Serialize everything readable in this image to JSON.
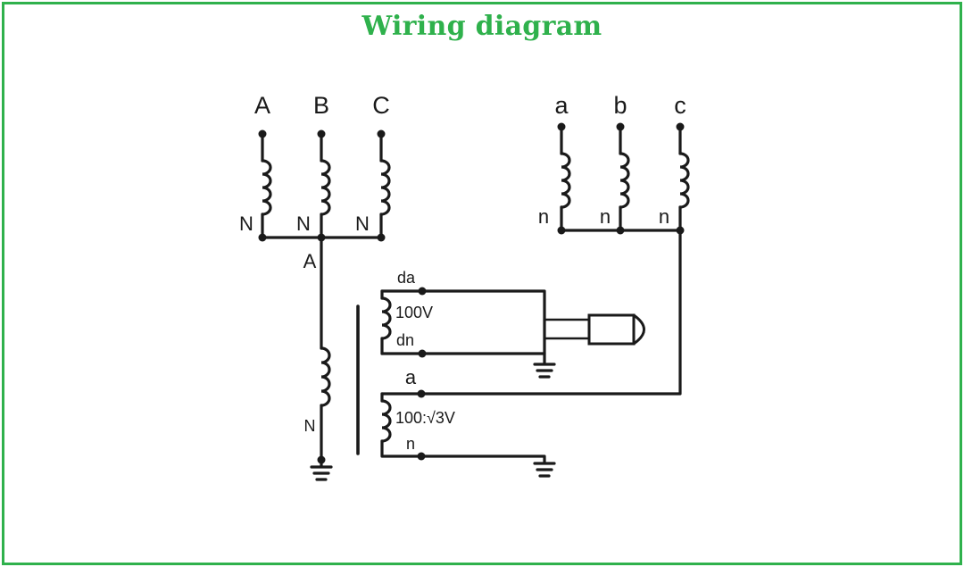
{
  "title": "Wiring diagram",
  "colors": {
    "frame": "#2fb14c",
    "title": "#2fb14c",
    "ink": "#1a1a1a"
  },
  "primary": {
    "terminals": [
      "A",
      "B",
      "C"
    ],
    "neutral_labels": [
      "N",
      "N",
      "N"
    ],
    "junction_label": "A",
    "coil_neutral_label": "N"
  },
  "secondary": {
    "terminals": [
      "a",
      "b",
      "c"
    ],
    "neutral_labels": [
      "n",
      "n",
      "n"
    ]
  },
  "open_delta_winding": {
    "top_label": "da",
    "voltage": "100V",
    "bottom_label": "dn"
  },
  "measuring_winding": {
    "top_label": "a",
    "voltage": "100:√3V",
    "bottom_label": "n"
  }
}
